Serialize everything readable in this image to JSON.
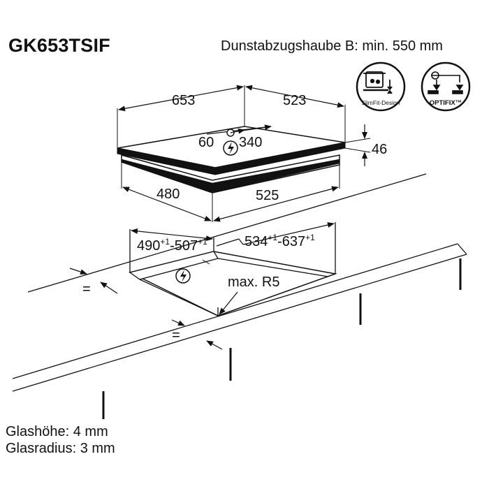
{
  "header": {
    "model": "GK653TSIF",
    "hood_requirement": "Dunstabzugshaube B: min. 550 mm"
  },
  "badges": {
    "slimfit_label": "SlimFit-Design",
    "optifix_label": "OPTIFIX™"
  },
  "hob_dimensions": {
    "depth": "653",
    "width": "523",
    "connector_offset": "60",
    "connector_distance": "340",
    "height": "46",
    "bottom_depth": "480",
    "bottom_width": "525"
  },
  "cutout": {
    "depth_base": "490",
    "depth_tol_1": "+1",
    "depth_sep": "-507",
    "depth_tol_2": "+1",
    "width_base": "534",
    "width_tol_1": "+1",
    "width_sep": "-637",
    "width_tol_2": "+1",
    "radius": "max. R5",
    "equal_left": "=",
    "equal_front": "="
  },
  "notes": {
    "glass_height": "Glashöhe: 4 mm",
    "glass_radius": "Glasradius: 3 mm"
  }
}
